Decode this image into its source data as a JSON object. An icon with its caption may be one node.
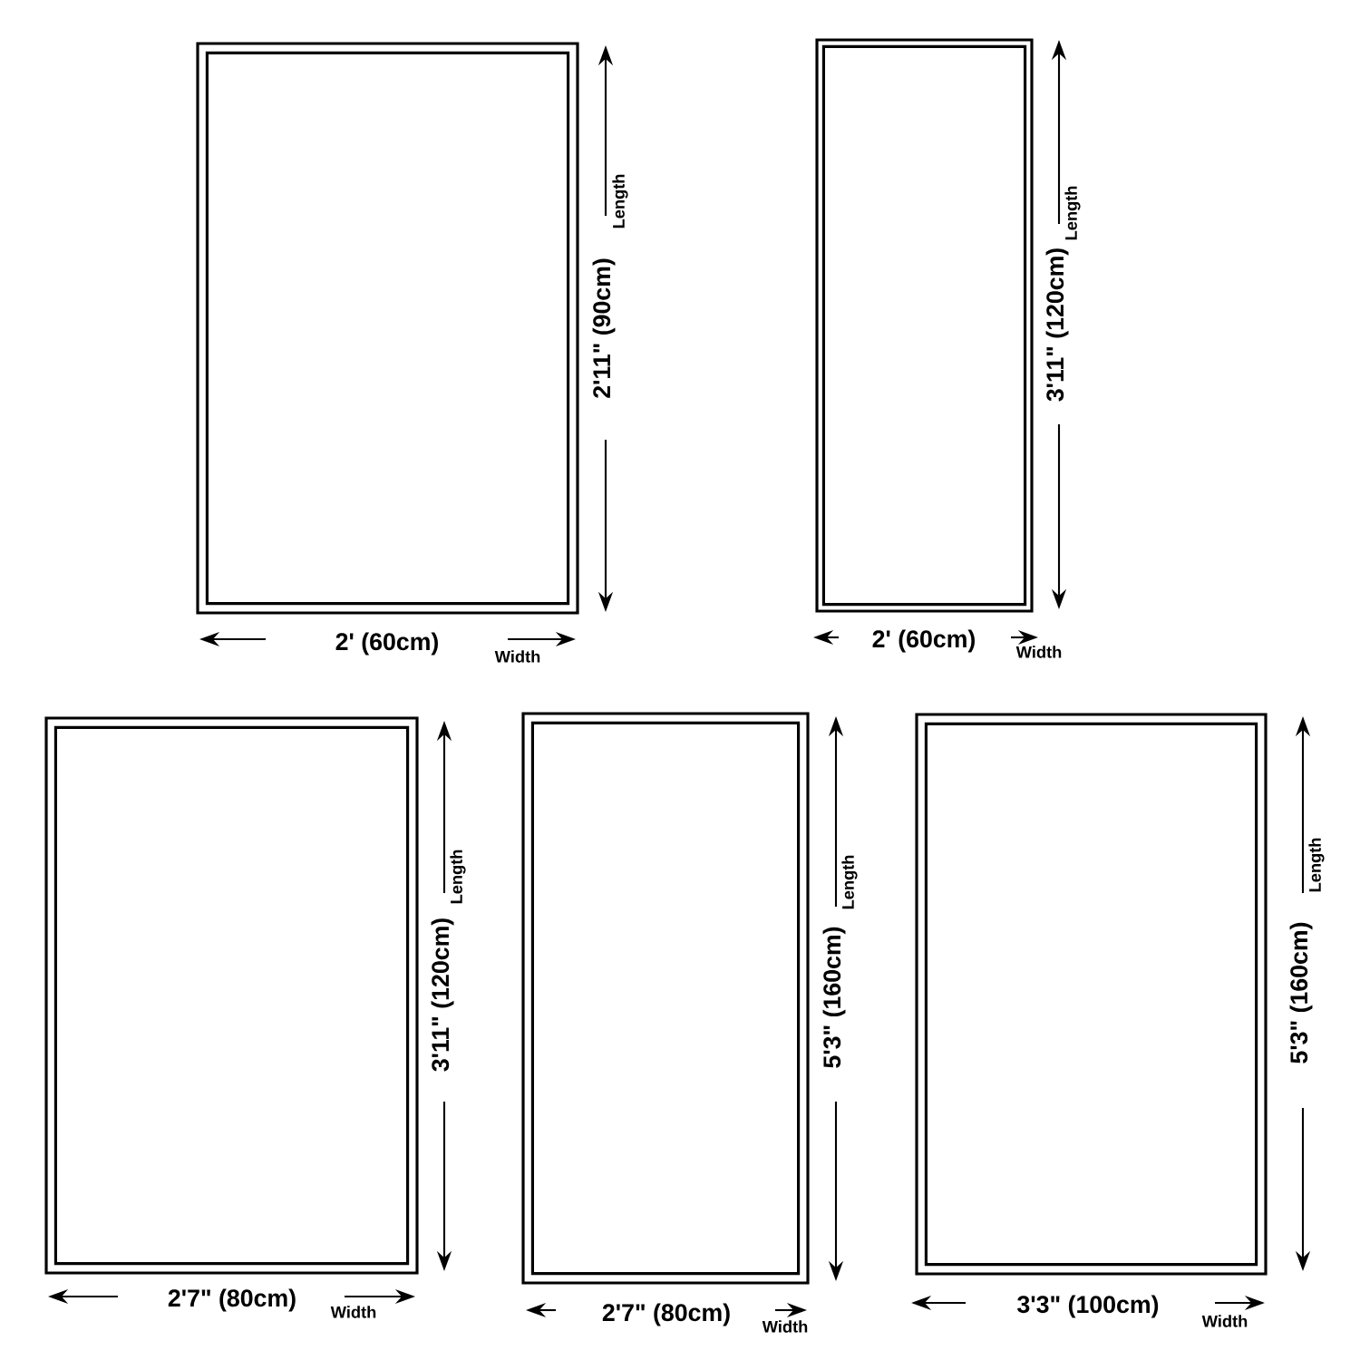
{
  "diagram": {
    "nodes": [
      {
        "text": [],
        "shape": "box"
      },
      {
        "text": [],
        "shape": "box"
      },
      {
        "text": [],
        "shape": "box"
      },
      {
        "text": [],
        "shape": "box"
      },
      {
        "text": [],
        "shape": "box"
      }
    ],
    "labels": [
      "Length",
      "2'11\" (90cm)",
      "2' (60cm)",
      "Width",
      "Length",
      "3'11\" (120cm)",
      "2' (60cm)",
      "Width",
      "Length",
      "3'11\" (120cm)",
      "2'7\" (80cm)",
      "Width",
      "Length",
      "5'3\" (160cm)",
      "2'7\" (80cm)",
      "Width",
      "Length",
      "5'3\" (160cm)",
      "3'3\" (100cm)",
      "Width"
    ]
  }
}
